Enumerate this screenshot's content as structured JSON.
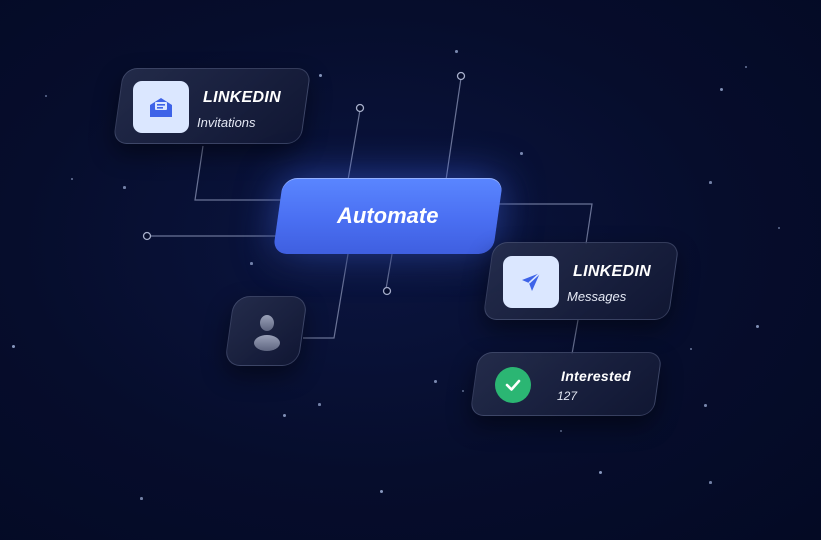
{
  "automate": {
    "label": "Automate"
  },
  "invitations_card": {
    "title": "LINKEDIN",
    "subtitle": "Invitations",
    "icon": "mail-open-icon"
  },
  "messages_card": {
    "title": "LINKEDIN",
    "subtitle": "Messages",
    "icon": "send-icon"
  },
  "interested_card": {
    "title": "Interested",
    "count": "127",
    "icon": "check-icon"
  },
  "user_card": {
    "icon": "user-icon"
  },
  "colors": {
    "background": "#060d2c",
    "accent": "#4a6ff2",
    "icon_tile": "#dbe7ff",
    "icon_blue": "#3e63e8",
    "success": "#2bb673",
    "wire": "#6a7396"
  }
}
